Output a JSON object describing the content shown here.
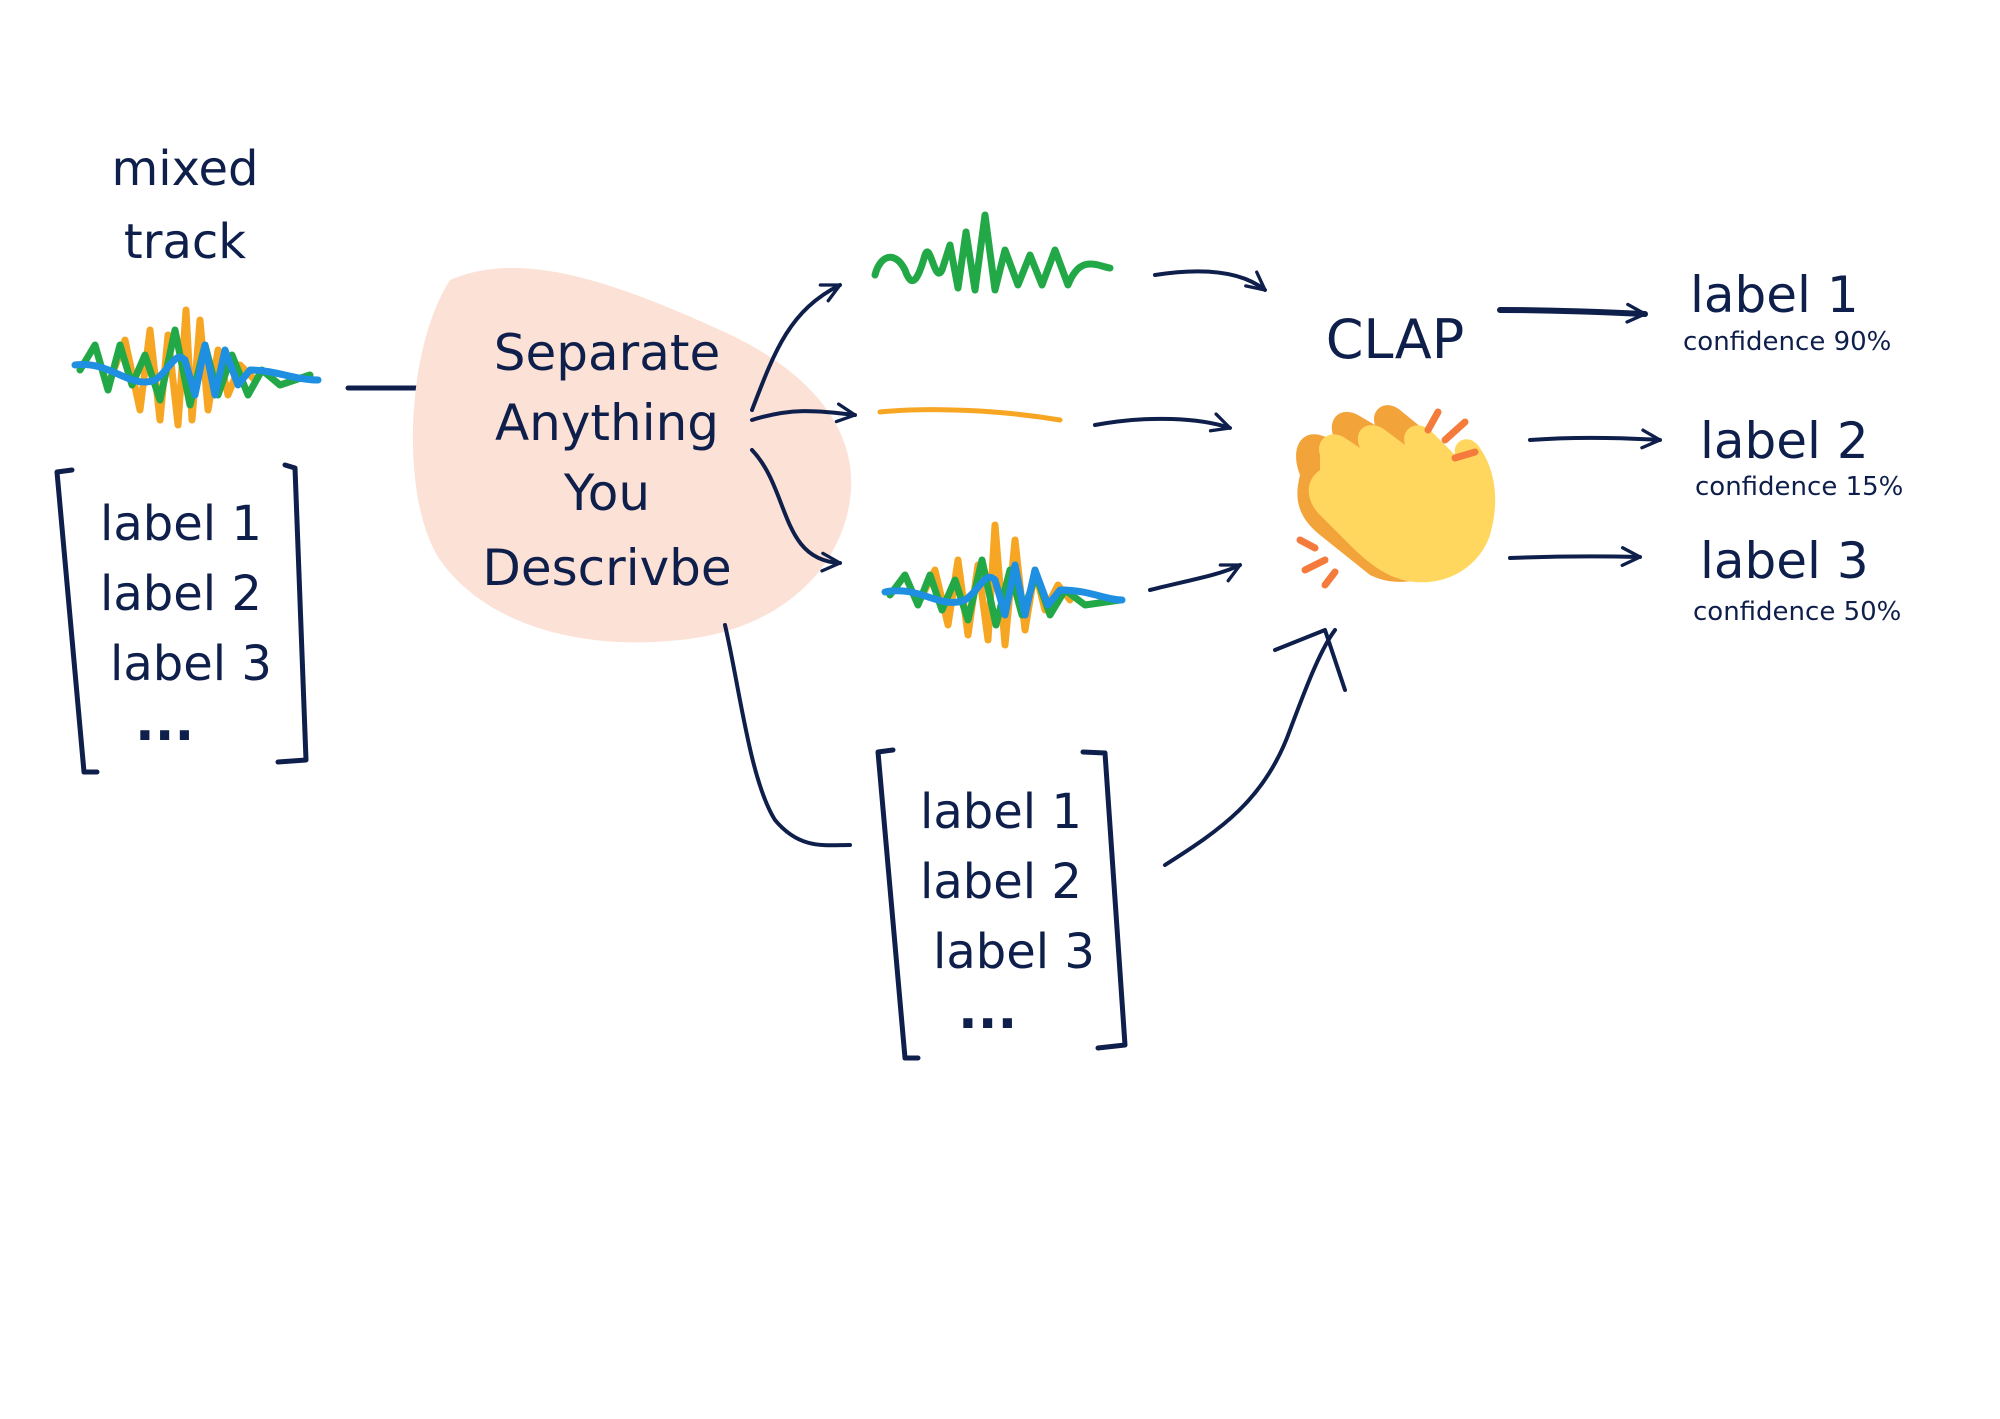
{
  "input": {
    "title_line1": "mixed",
    "title_line2": "track",
    "labels": [
      "label 1",
      "label 2",
      "label 3",
      "..."
    ]
  },
  "model": {
    "line1": "Separate",
    "line2": "Anything",
    "line3": "You",
    "line4": "Descrivbe"
  },
  "tracks": [
    {
      "color": "#23a847"
    },
    {
      "color": "#f6a623"
    },
    {
      "color": "mixed"
    }
  ],
  "clap": {
    "title": "CLAP",
    "icon": "clapping-hands-icon"
  },
  "bottom_labels": [
    "label 1",
    "label 2",
    "label 3",
    "..."
  ],
  "results": [
    {
      "label": "label 1",
      "confidence": "confidence 90%"
    },
    {
      "label": "label 2",
      "confidence": "confidence 15%"
    },
    {
      "label": "label 3",
      "confidence": "confidence 50%"
    }
  ],
  "colors": {
    "ink": "#0f1f4b",
    "green": "#23a847",
    "orange": "#f6a623",
    "blue": "#1e8fe1",
    "blob": "#fce1d6",
    "hand": "#ffd75e",
    "hand_shadow": "#f2a33a",
    "spark": "#f47b3c"
  }
}
